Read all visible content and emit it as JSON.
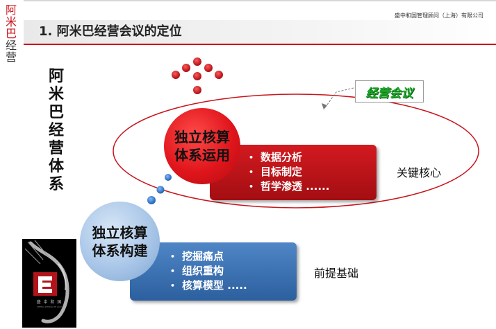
{
  "header": {
    "brand_chars": [
      "阿",
      "米",
      "巴",
      "经",
      "营"
    ],
    "title": "1. 阿米巴经营会议的定位",
    "company": "盛中和国管理顾问（上海）有限公司"
  },
  "side_title_chars": [
    "阿",
    "米",
    "巴",
    "经",
    "营",
    "体",
    "系"
  ],
  "upper": {
    "circle_lines": [
      "独立核算",
      "体系运用"
    ],
    "items": [
      "数据分析",
      "目标制定",
      "哲学渗透 ......"
    ],
    "label": "关键核心"
  },
  "lower": {
    "circle_lines": [
      "独立核算",
      "体系构建"
    ],
    "items": [
      "挖掘痛点",
      "组织重构",
      "核算模型 ....."
    ],
    "label": "前提基础"
  },
  "callout": "经营会议",
  "logo": {
    "seal_text": "盛 中 和 国",
    "seal_sub": "SHENG ZHONG HE GUO"
  },
  "colors": {
    "brand_red": "#c8141c",
    "box_red": "#c8141c",
    "box_blue": "#3a6fb0",
    "circle_blue": "#a9c6e8",
    "callout_green": "#1fa82a"
  }
}
